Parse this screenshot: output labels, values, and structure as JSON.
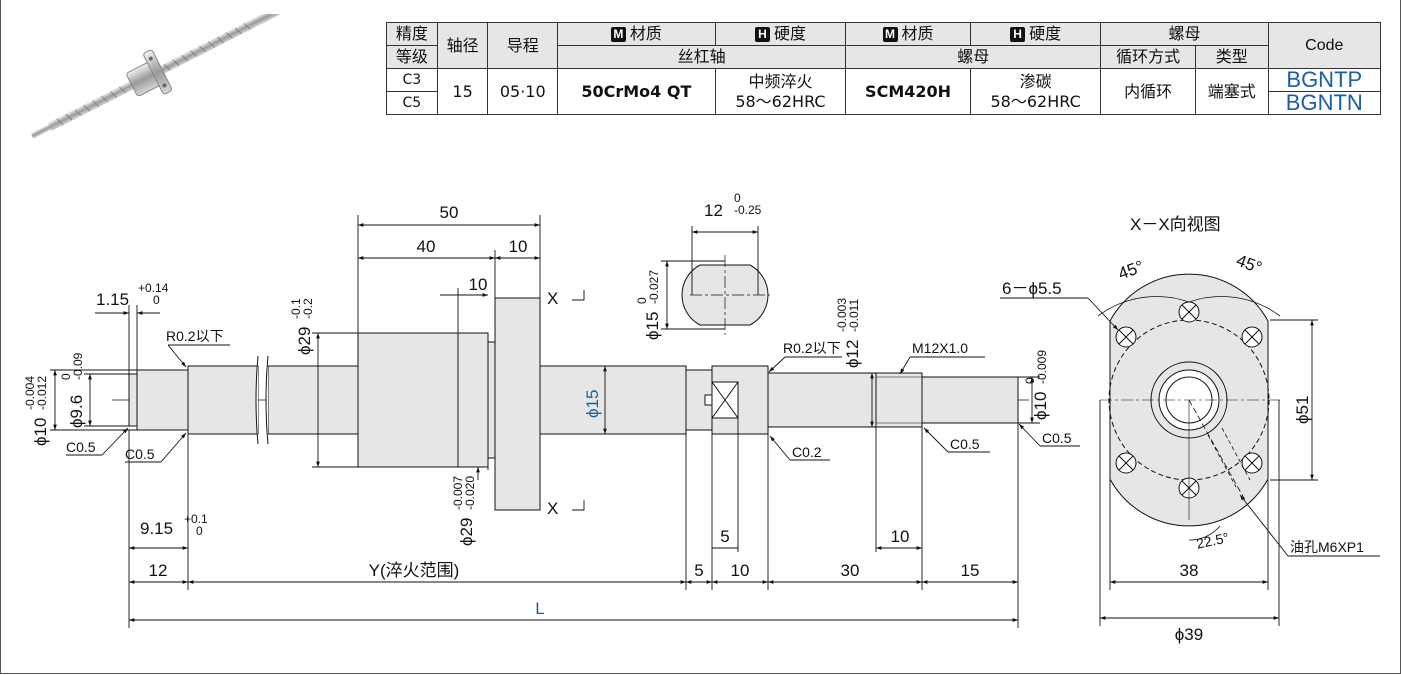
{
  "table": {
    "header1": {
      "precision": "精度",
      "shaft_dia": "轴径",
      "lead": "导程",
      "material": "材质",
      "hardness": "硬度",
      "material2": "材质",
      "hardness2": "硬度",
      "nut": "螺母",
      "code": "Code",
      "badge_m": "M",
      "badge_h": "H"
    },
    "header2": {
      "grade": "等级",
      "screw_shaft": "丝杠轴",
      "nut_part": "螺母",
      "circulation": "循环方式",
      "type": "类型"
    },
    "row": {
      "grade_a": "C3",
      "grade_b": "C5",
      "shaft_dia": "15",
      "lead": "05·10",
      "shaft_material": "50CrMo4 QT",
      "shaft_hardness_a": "中频淬火",
      "shaft_hardness_b": "58～62HRC",
      "nut_material": "SCM420H",
      "nut_hardness_a": "渗碳",
      "nut_hardness_b": "58～62HRC",
      "circulation": "内循环",
      "type": "端塞式",
      "code_a": "BGNTP",
      "code_b": "BGNTN"
    }
  },
  "drawing": {
    "d50": "50",
    "d40": "40",
    "d10a": "10",
    "d10b": "10",
    "x_mark": "X",
    "d115": "1.15",
    "d115_tol_up": "+0.14",
    "d115_tol_lo": "0",
    "r02": "R0.2以下",
    "phi29_top": "ϕ29",
    "phi29_top_tol_up": "-0.1",
    "phi29_top_tol_lo": "-0.2",
    "phi10_left": "ϕ10",
    "phi10_left_tol_up": "-0.004",
    "phi10_left_tol_lo": "-0.012",
    "phi96": "ϕ9.6",
    "phi96_tol_up": "0",
    "phi96_tol_lo": "-0.09",
    "c05a": "C0.5",
    "c05b": "C0.5",
    "phi15": "ϕ15",
    "phi29_bot": "ϕ29",
    "phi29_bot_tol_up": "-0.007",
    "phi29_bot_tol_lo": "-0.020",
    "d915": "9.15",
    "d915_tol_up": "+0.1",
    "d915_tol_lo": "0",
    "d12": "12",
    "y_label": "Y(淬火范围)",
    "d5a": "5",
    "d10c": "10",
    "d30": "30",
    "d15": "15",
    "L": "L",
    "d12top": "12",
    "d12top_tol_up": "0",
    "d12top_tol_lo": "-0.25",
    "phi15b": "ϕ15",
    "phi15b_tol_up": "0",
    "phi15b_tol_lo": "-0.027",
    "d5b": "5",
    "r02b": "R0.2以下",
    "phi12": "ϕ12",
    "phi12_tol_up": "-0.003",
    "phi12_tol_lo": "-0.011",
    "c02": "C0.2",
    "m12": "M12X1.0",
    "d10d": "10",
    "c05c": "C0.5",
    "phi10_right": "ϕ10",
    "phi10_right_tol_up": "0",
    "phi10_right_tol_lo": "-0.009",
    "c05d": "C0.5",
    "xx_view": "X－X向视图",
    "deg45a": "45°",
    "deg45b": "45°",
    "holes": "6－ϕ5.5",
    "phi51": "ϕ51",
    "deg225": "22.5°",
    "oil_hole": "油孔M6XP1",
    "d38": "38",
    "phi39": "ϕ39"
  }
}
